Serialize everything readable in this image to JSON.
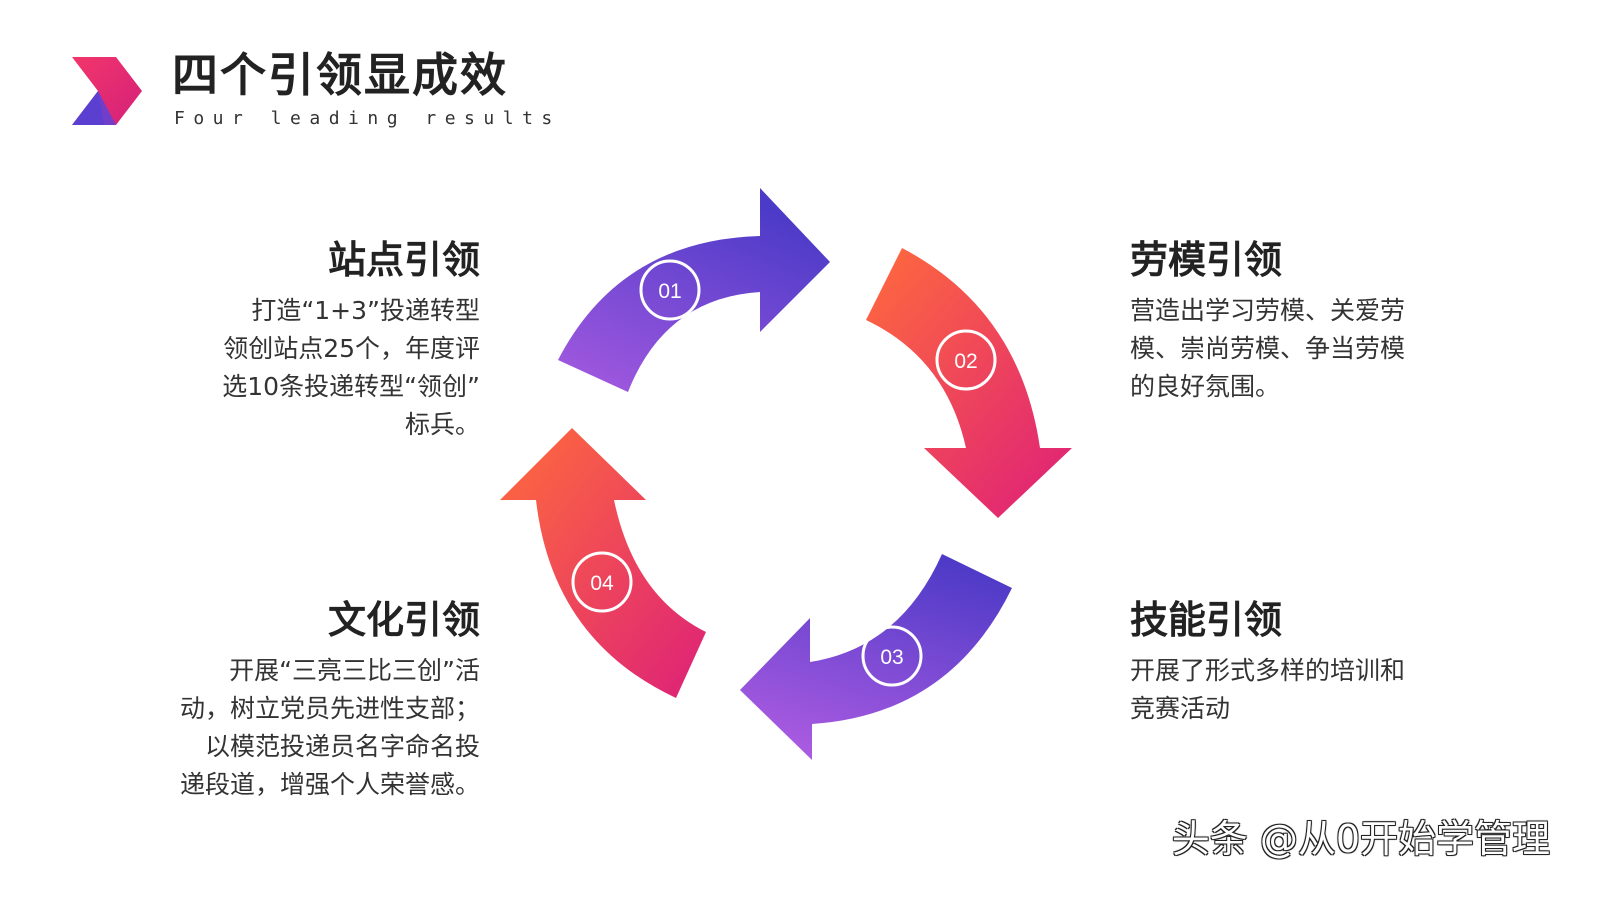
{
  "header": {
    "title": "四个引领显成效",
    "subtitle": "Four leading results"
  },
  "colors": {
    "purple_top": "#4f3bc7",
    "purple_bottom": "#a158e0",
    "orange": "#ff6a3d",
    "magenta": "#e0267a",
    "logo_pink": "#e5246f",
    "logo_purple": "#5a3fd1"
  },
  "cycle": {
    "steps": [
      {
        "number": "01"
      },
      {
        "number": "02"
      },
      {
        "number": "03"
      },
      {
        "number": "04"
      }
    ]
  },
  "blocks": [
    {
      "title": "站点引领",
      "lines": [
        "打造“1+3”投递转型",
        "领创站点25个，年度评",
        "选10条投递转型“领创”",
        "标兵。"
      ]
    },
    {
      "title": "劳模引领",
      "lines": [
        "营造出学习劳模、关爱劳",
        "模、崇尚劳模、争当劳模",
        "的良好氛围。"
      ]
    },
    {
      "title": "技能引领",
      "lines": [
        "开展了形式多样的培训和",
        "竞赛活动"
      ]
    },
    {
      "title": "文化引领",
      "lines": [
        "开展“三亮三比三创”活",
        "动，树立党员先进性支部；",
        "以模范投递员名字命名投",
        "递段道，增强个人荣誉感。"
      ]
    }
  ],
  "watermark": "头条 @从0开始学管理"
}
